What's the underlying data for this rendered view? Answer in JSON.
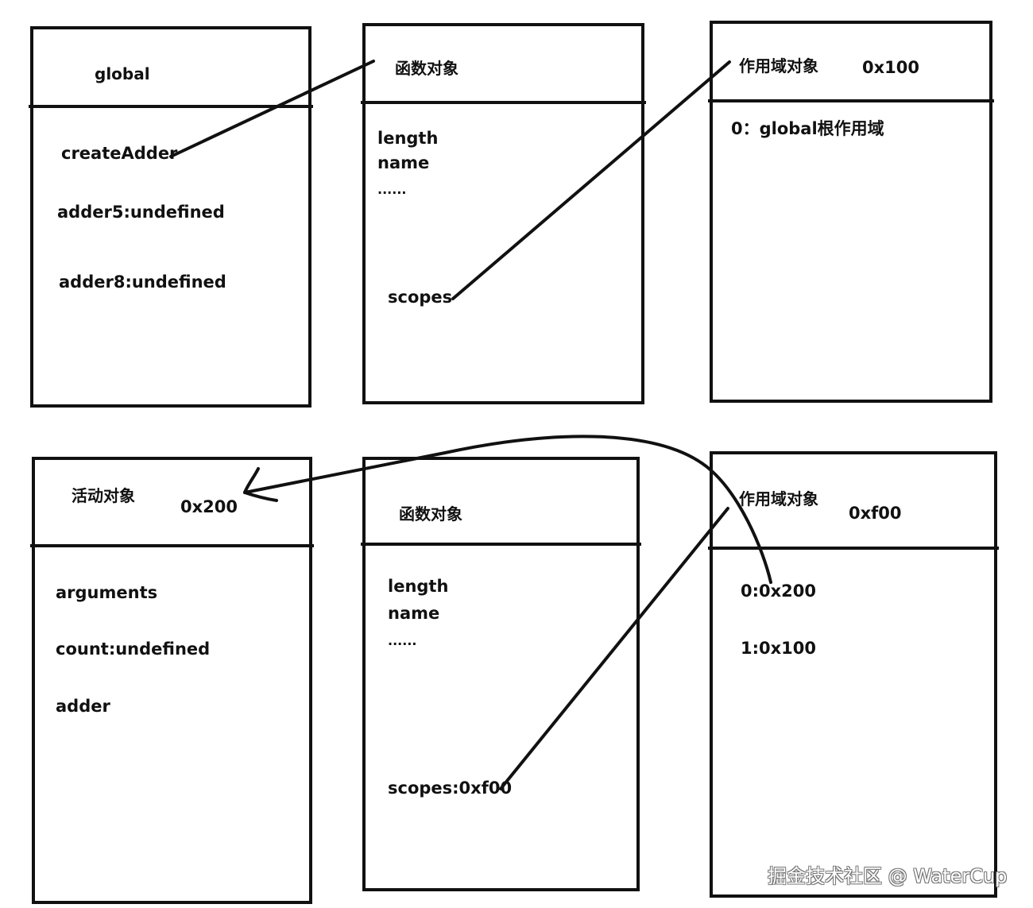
{
  "top_row": {
    "global_object": {
      "header": "global",
      "fields": [
        "createAdder",
        "adder5:undefined",
        "adder8:undefined"
      ]
    },
    "function_object": {
      "header": "函数对象",
      "fields": [
        "length",
        "name",
        "......",
        "scopes"
      ]
    },
    "scope_object": {
      "header": "作用域对象",
      "address": "0x100",
      "fields": [
        "0：global根作用域"
      ]
    }
  },
  "bottom_row": {
    "activation_object": {
      "header": "活动对象",
      "address": "0x200",
      "fields": [
        "arguments",
        "count:undefined",
        "adder"
      ]
    },
    "function_object": {
      "header": "函数对象",
      "fields": [
        "length",
        "name",
        "......",
        "scopes:0xf00"
      ]
    },
    "scope_object": {
      "header": "作用域对象",
      "address": "0xf00",
      "fields": [
        "0:0x200",
        "1:0x100"
      ]
    }
  },
  "watermark": "掘金技术社区 @ WaterCup"
}
